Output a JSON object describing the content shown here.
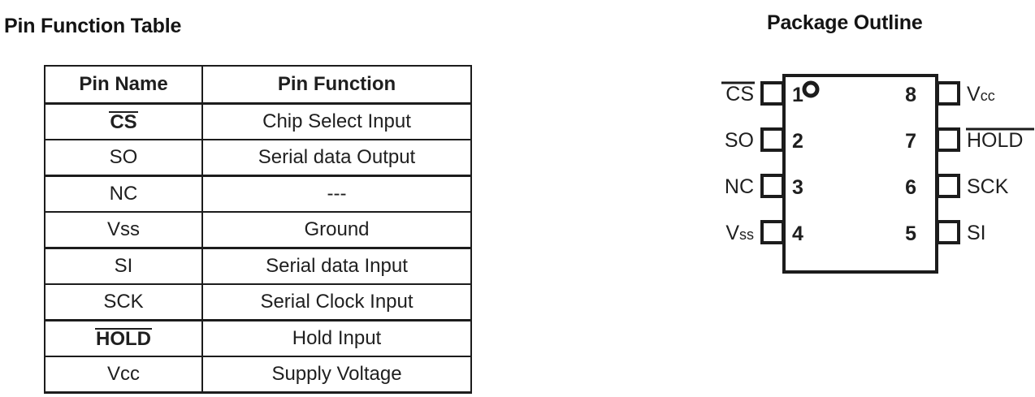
{
  "pin_table": {
    "title": "Pin Function Table",
    "columns": [
      "Pin Name",
      "Pin Function"
    ],
    "rows": [
      {
        "name": "CS",
        "overline": true,
        "function": "Chip Select Input"
      },
      {
        "name": "SO",
        "overline": false,
        "function": "Serial data Output"
      },
      {
        "name": "NC",
        "overline": false,
        "function": "---"
      },
      {
        "name": "Vss",
        "overline": false,
        "function": "Ground"
      },
      {
        "name": "SI",
        "overline": false,
        "function": "Serial data Input"
      },
      {
        "name": "SCK",
        "overline": false,
        "function": "Serial Clock Input"
      },
      {
        "name": "HOLD",
        "overline": true,
        "function": "Hold Input"
      },
      {
        "name": "Vcc",
        "overline": false,
        "function": "Supply Voltage"
      }
    ]
  },
  "package": {
    "title": "Package Outline",
    "pin1_marker": "dot-circle",
    "left_pins": [
      {
        "number": "1",
        "label": "CS",
        "label_main": "CS",
        "label_sub": "",
        "overline": true
      },
      {
        "number": "2",
        "label": "SO",
        "label_main": "SO",
        "label_sub": "",
        "overline": false
      },
      {
        "number": "3",
        "label": "NC",
        "label_main": "NC",
        "label_sub": "",
        "overline": false
      },
      {
        "number": "4",
        "label": "Vss",
        "label_main": "V",
        "label_sub": "ss",
        "overline": false
      }
    ],
    "right_pins": [
      {
        "number": "8",
        "label": "Vcc",
        "label_main": "V",
        "label_sub": "cc",
        "overline": false
      },
      {
        "number": "7",
        "label": "HOLD",
        "label_main": "HOLD",
        "label_sub": "",
        "overline": true
      },
      {
        "number": "6",
        "label": "SCK",
        "label_main": "SCK",
        "label_sub": "",
        "overline": false
      },
      {
        "number": "5",
        "label": "SI",
        "label_main": "SI",
        "label_sub": "",
        "overline": false
      }
    ]
  },
  "colors": {
    "background": "#ffffff",
    "ink": "#1f1f1f",
    "rule": "#1c1c1c"
  }
}
